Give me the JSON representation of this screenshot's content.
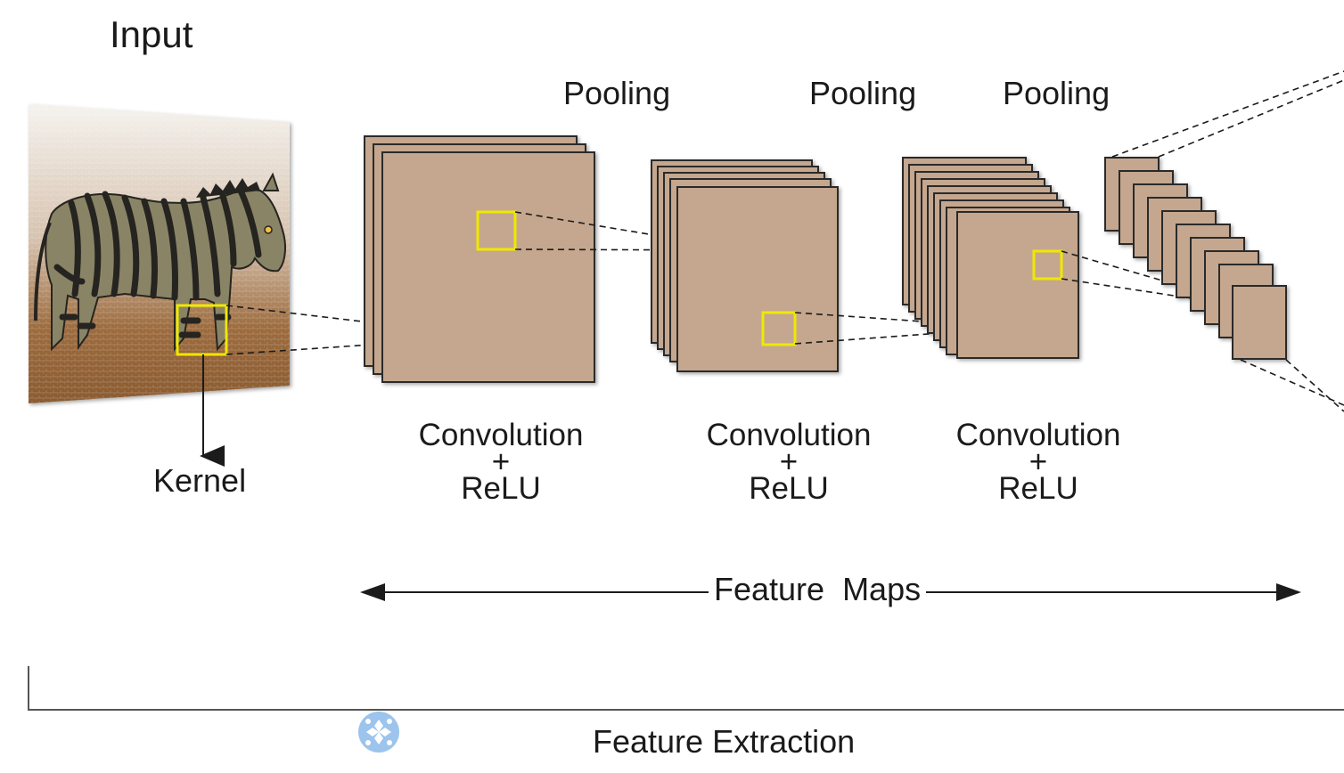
{
  "labels": {
    "input": "Input",
    "kernel": "Kernel",
    "pooling": [
      "Pooling",
      "Pooling",
      "Pooling"
    ],
    "stage": [
      {
        "top": "Convolution",
        "mid": "+",
        "bottom": "ReLU"
      },
      {
        "top": "Convolution",
        "mid": "+",
        "bottom": "ReLU"
      },
      {
        "top": "Convolution",
        "mid": "+",
        "bottom": "ReLU"
      }
    ],
    "feature_maps": "Feature  Maps",
    "feature_extraction": "Feature Extraction"
  },
  "colors": {
    "map_fill": "#c4a78e",
    "map_stroke": "#2b2b2b",
    "kernel_box": "#f0e800",
    "line": "#1b1b1b",
    "zebra_body": "#8a8466",
    "zebra_stripe": "#262420",
    "watermark": "#8ab8e6"
  },
  "icons": [
    "zebra-image",
    "kernel-arrow-icon",
    "double-arrow-icon",
    "watermark-icon"
  ]
}
